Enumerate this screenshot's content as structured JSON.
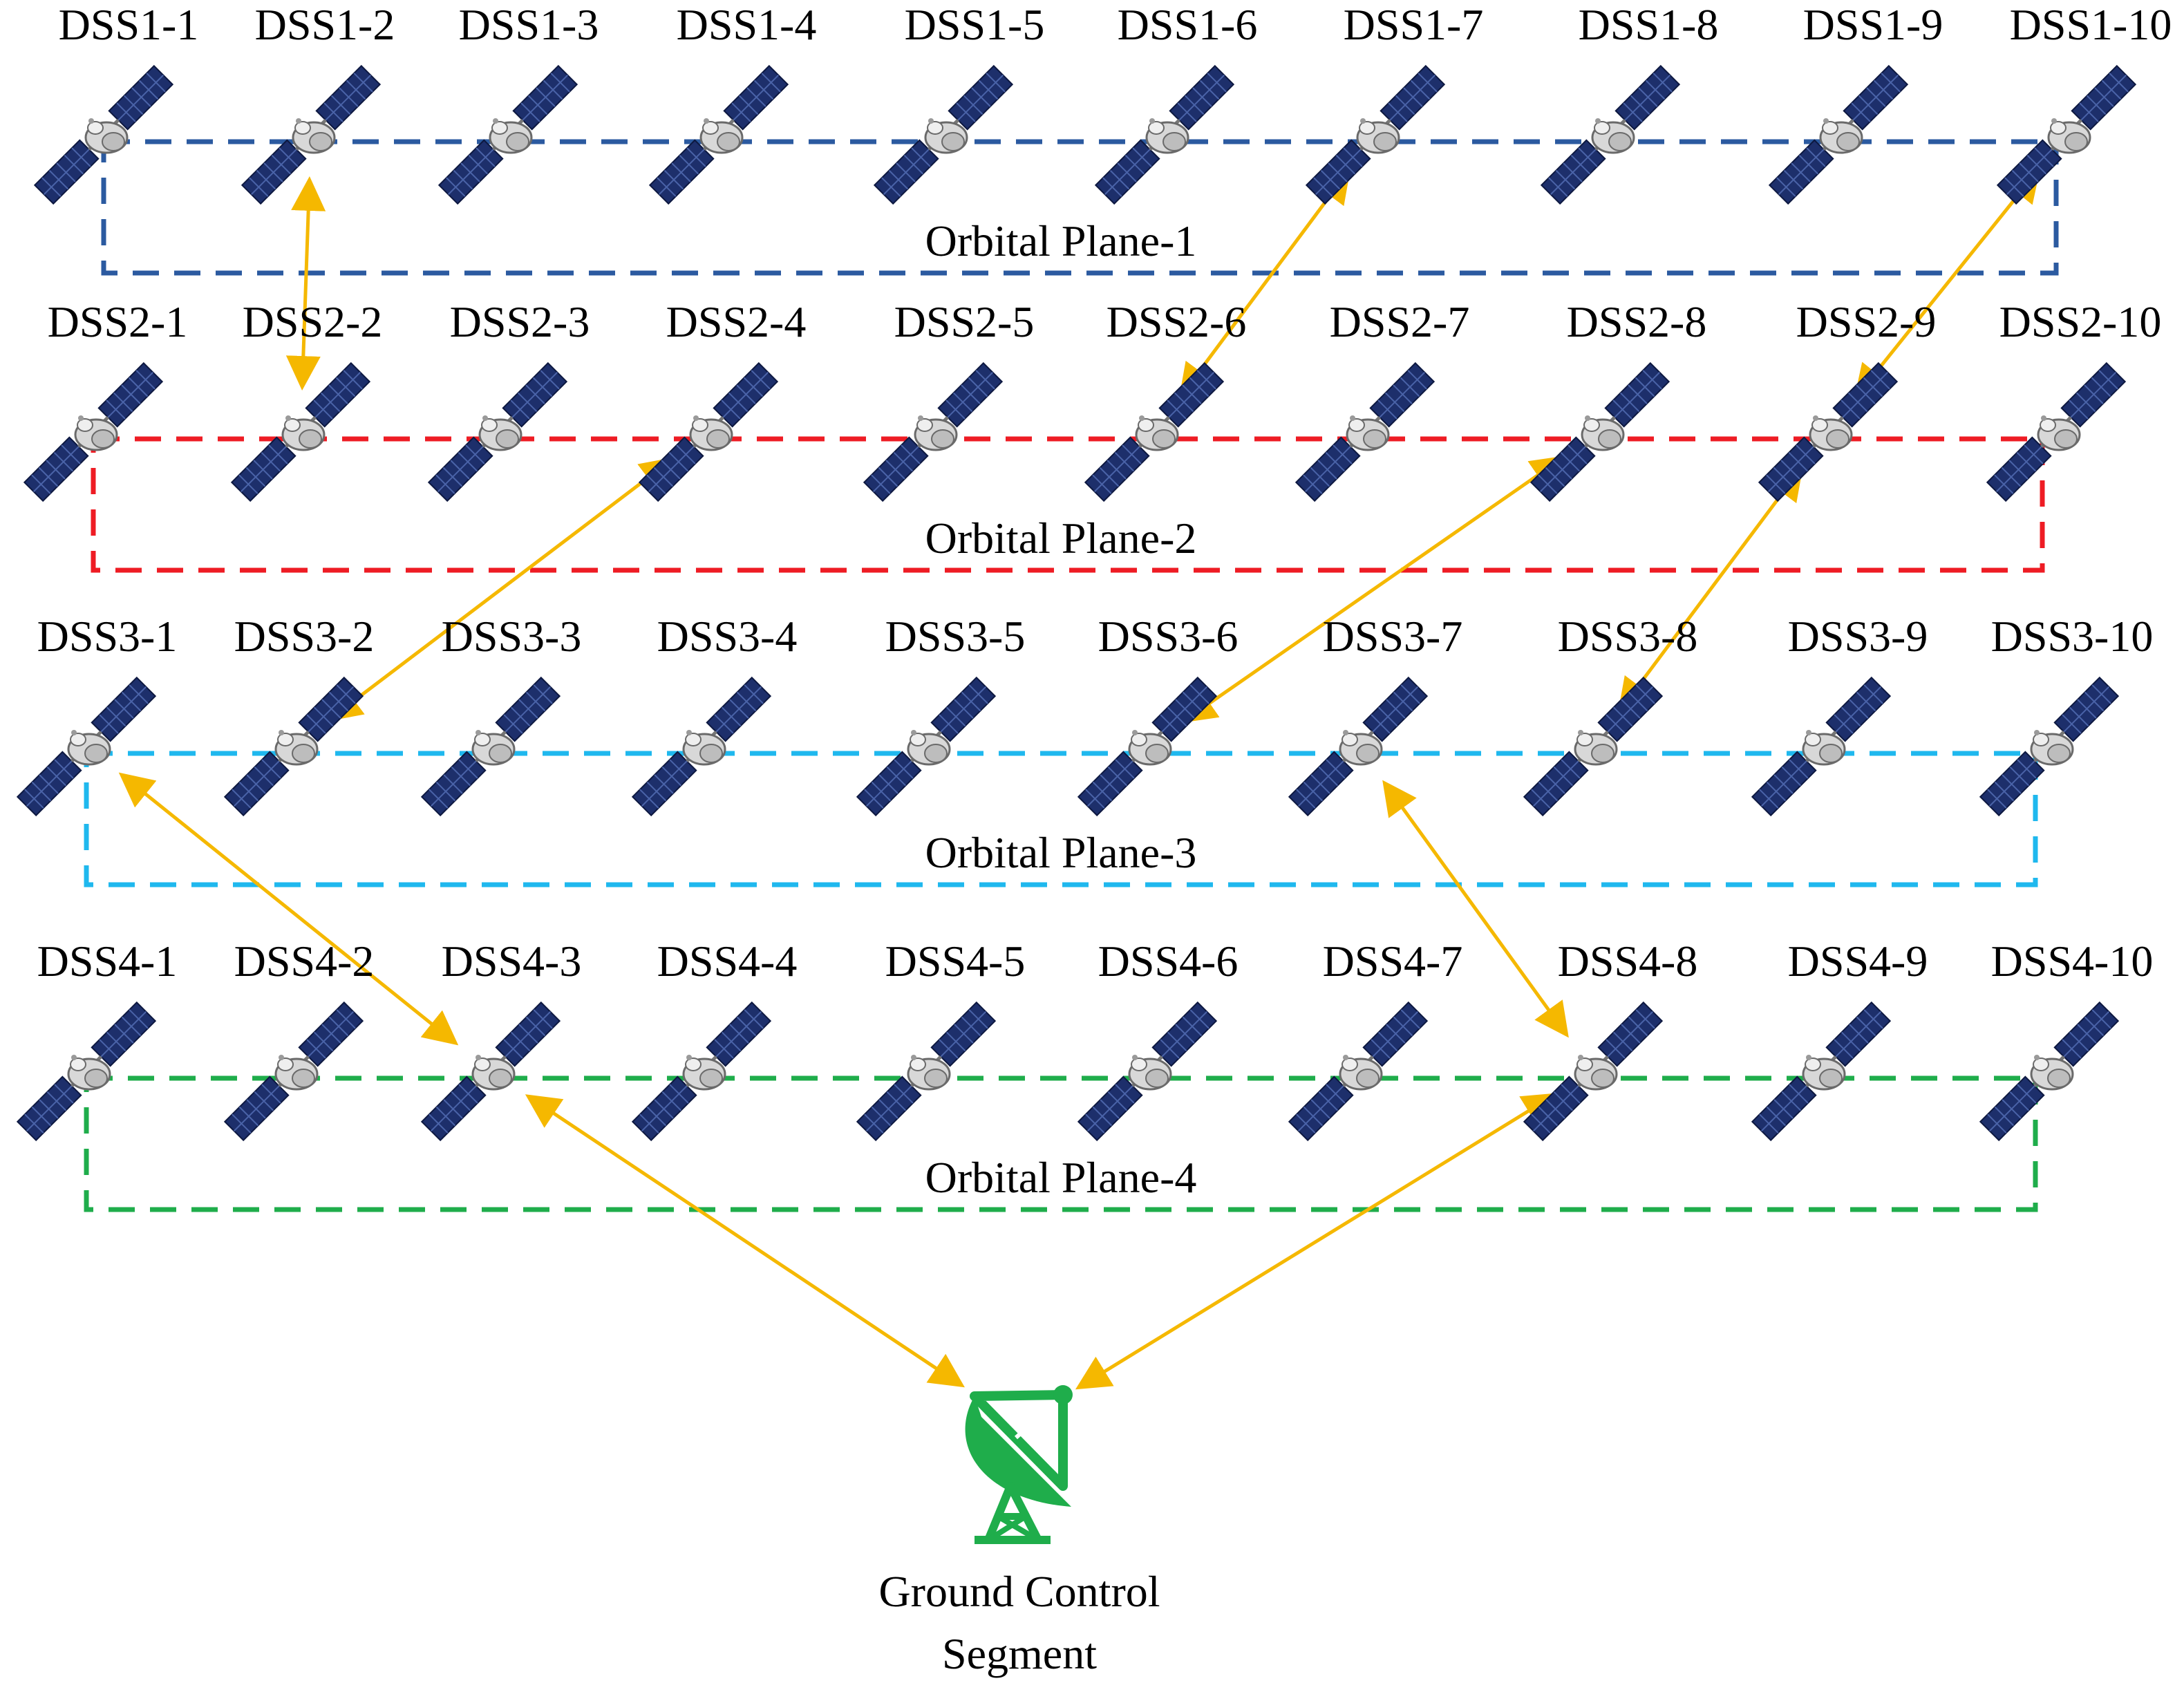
{
  "colors": {
    "link": "#f5b800",
    "satellite_panel": "#1d2f6b",
    "satellite_body": "#cfcfcf",
    "ground_station": "#1fad4b"
  },
  "planes": [
    {
      "label": "Orbital Plane-1",
      "color": "#2b5aa0",
      "satellites": [
        "DSS1-1",
        "DSS1-2",
        "DSS1-3",
        "DSS1-4",
        "DSS1-5",
        "DSS1-6",
        "DSS1-7",
        "DSS1-8",
        "DSS1-9",
        "DSS1-10"
      ]
    },
    {
      "label": "Orbital Plane-2",
      "color": "#ee1c24",
      "satellites": [
        "DSS2-1",
        "DSS2-2",
        "DSS2-3",
        "DSS2-4",
        "DSS2-5",
        "DSS2-6",
        "DSS2-7",
        "DSS2-8",
        "DSS2-9",
        "DSS2-10"
      ]
    },
    {
      "label": "Orbital Plane-3",
      "color": "#1fb8ee",
      "satellites": [
        "DSS3-1",
        "DSS3-2",
        "DSS3-3",
        "DSS3-4",
        "DSS3-5",
        "DSS3-6",
        "DSS3-7",
        "DSS3-8",
        "DSS3-9",
        "DSS3-10"
      ]
    },
    {
      "label": "Orbital Plane-4",
      "color": "#1fad4b",
      "satellites": [
        "DSS4-1",
        "DSS4-2",
        "DSS4-3",
        "DSS4-4",
        "DSS4-5",
        "DSS4-6",
        "DSS4-7",
        "DSS4-8",
        "DSS4-9",
        "DSS4-10"
      ]
    }
  ],
  "links": [
    {
      "from": "DSS1-2",
      "to": "DSS2-2"
    },
    {
      "from": "DSS1-7",
      "to": "DSS2-6"
    },
    {
      "from": "DSS1-10",
      "to": "DSS2-9"
    },
    {
      "from": "DSS2-4",
      "to": "DSS3-2"
    },
    {
      "from": "DSS2-8",
      "to": "DSS3-6"
    },
    {
      "from": "DSS2-9",
      "to": "DSS3-8"
    },
    {
      "from": "DSS3-1",
      "to": "DSS4-3"
    },
    {
      "from": "DSS3-7",
      "to": "DSS4-8"
    },
    {
      "from": "DSS4-3",
      "to": "ground"
    },
    {
      "from": "DSS4-8",
      "to": "ground"
    }
  ],
  "ground": {
    "line1": "Ground Control",
    "line2": "Segment",
    "icon": "satellite-dish-icon"
  }
}
